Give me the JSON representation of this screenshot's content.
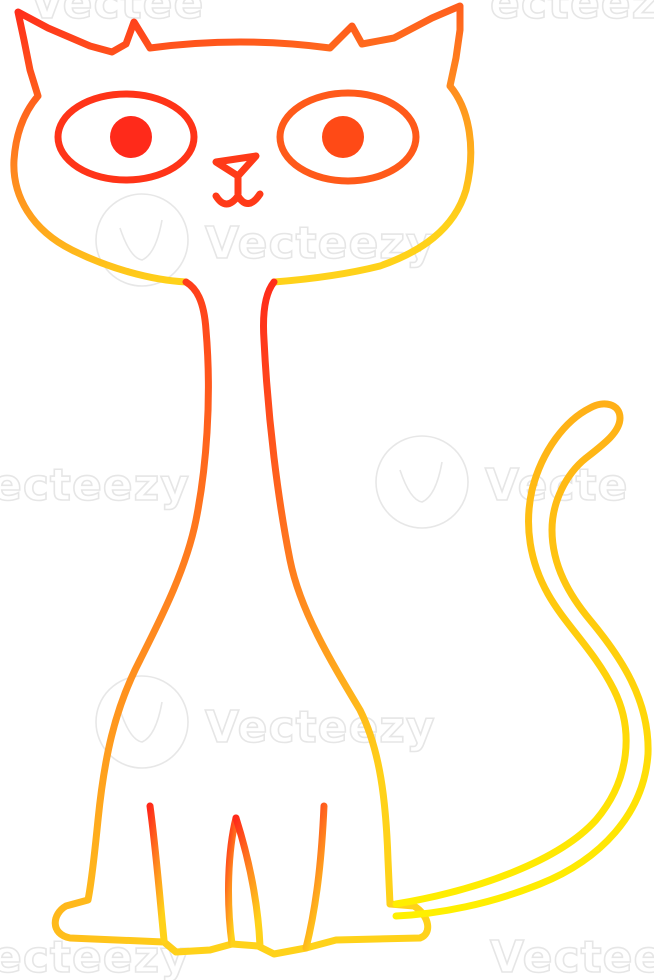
{
  "illustration": {
    "subject": "cartoon cat",
    "style": "single-line drawing with warm gradient stroke",
    "stroke_gradient": {
      "top_color": "#ff2a1a",
      "middle_color": "#ff8a1f",
      "bottom_color": "#ffd21a",
      "tail_tip_color": "#fff000"
    },
    "background_color": "#ffffff"
  },
  "watermark": {
    "text": "Vecteezy",
    "partial_texts": [
      "Vecteezy",
      "Vectee",
      "ecteezy",
      "Vecte",
      "Vectee"
    ],
    "color": "#e4e4e4"
  }
}
